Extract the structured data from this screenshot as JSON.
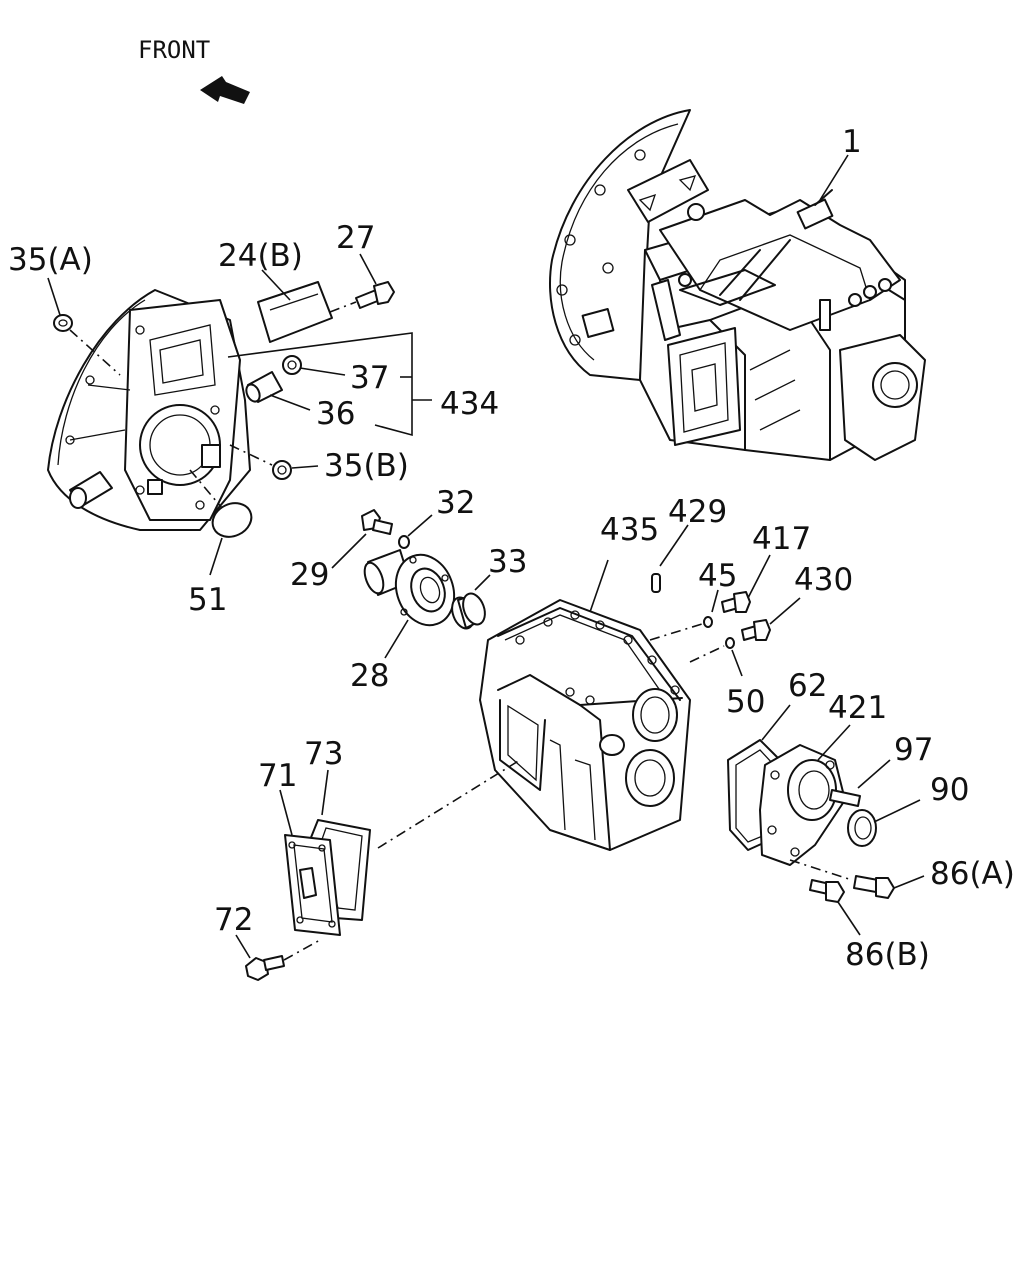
{
  "front_label": "FRONT",
  "labels": {
    "l1": "1",
    "l35a": "35(A)",
    "l24b": "24(B)",
    "l27": "27",
    "l37": "37",
    "l36": "36",
    "l434": "434",
    "l35b": "35(B)",
    "l51": "51",
    "l29": "29",
    "l32": "32",
    "l33": "33",
    "l28": "28",
    "l435": "435",
    "l429": "429",
    "l45": "45",
    "l417": "417",
    "l430": "430",
    "l50": "50",
    "l62": "62",
    "l421": "421",
    "l97": "97",
    "l90": "90",
    "l86a": "86(A)",
    "l86b": "86(B)",
    "l71": "71",
    "l73": "73",
    "l72": "72"
  }
}
